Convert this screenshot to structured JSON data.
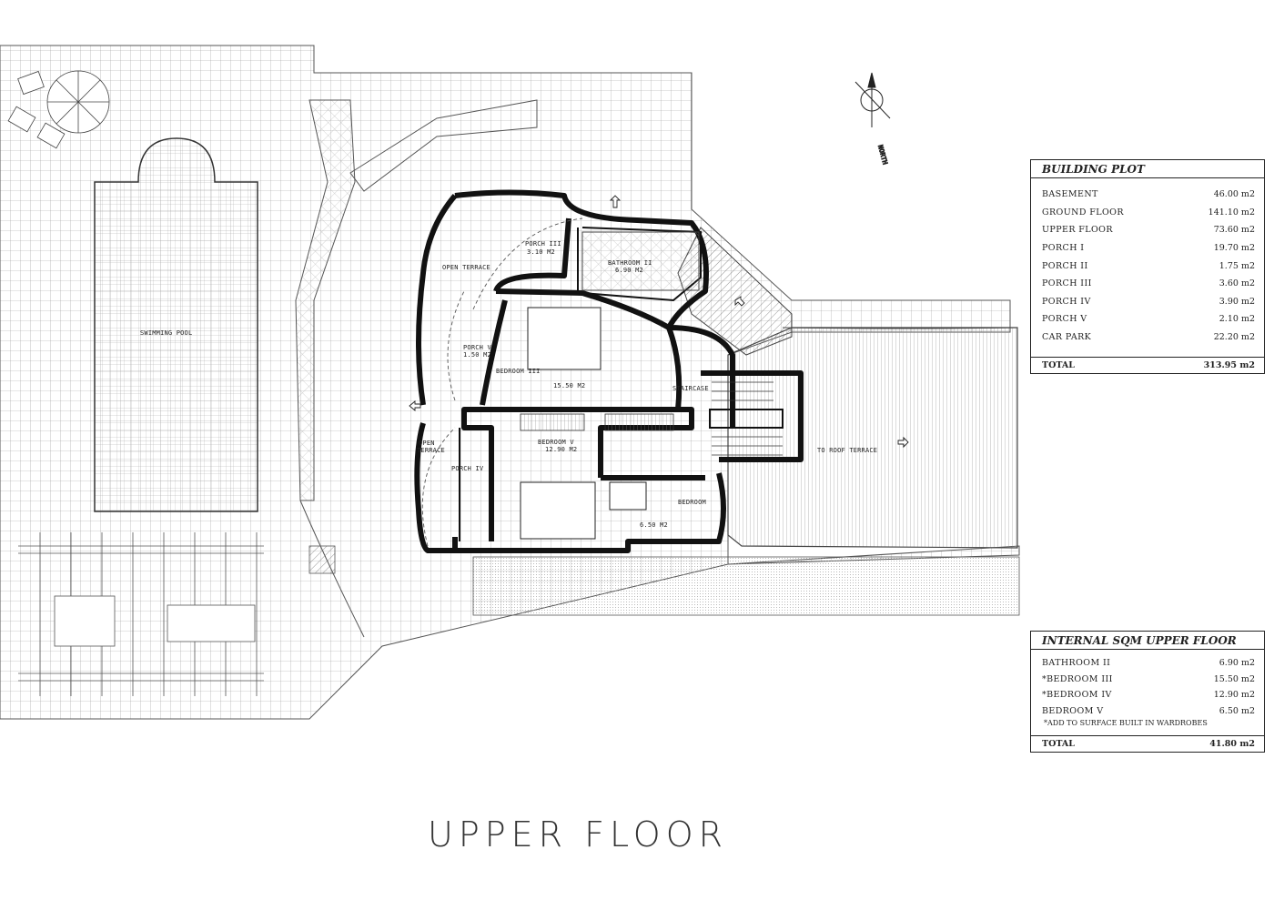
{
  "plan_title": "UPPER FLOOR",
  "north_label": "NORTH",
  "room_labels": {
    "swimming_pool": "SWIMMING POOL",
    "open_terrace_top": "OPEN TERRACE",
    "open_terrace_left_1": "OPEN",
    "open_terrace_left_2": "TERRACE",
    "porch_iii": "PORCH III",
    "porch_iii_area": "3.10 M2",
    "bathroom_ii": "BATHROOM II",
    "bathroom_ii_area": "6.90 M2",
    "porch_v": "PORCH V",
    "porch_v_area": "1.50 M2",
    "bedroom_iii": "BEDROOM III",
    "bedroom_iii_area": "15.50 M2",
    "staircase": "STAIRCASE",
    "bedroom_iv": "BEDROOM V",
    "bedroom_iv_area": "12.90 M2",
    "porch_iv": "PORCH IV",
    "bedroom_v": "BEDROOM",
    "bedroom_v_area": "6.50 M2",
    "roof_terrace": "TO ROOF TERRACE"
  },
  "building_plot": {
    "title": "BUILDING PLOT",
    "rows": [
      {
        "name": "BASEMENT",
        "value": "46.00 m2"
      },
      {
        "name": "GROUND FLOOR",
        "value": "141.10 m2"
      },
      {
        "name": "UPPER FLOOR",
        "value": "73.60 m2"
      },
      {
        "name": "PORCH I",
        "value": "19.70 m2"
      },
      {
        "name": "PORCH II",
        "value": "1.75 m2"
      },
      {
        "name": "PORCH III",
        "value": "3.60 m2"
      },
      {
        "name": "PORCH IV",
        "value": "3.90 m2"
      },
      {
        "name": "PORCH V",
        "value": "2.10 m2"
      },
      {
        "name": "CAR PARK",
        "value": "22.20 m2"
      }
    ],
    "total_label": "TOTAL",
    "total_value": "313.95 m2"
  },
  "internal_sqm": {
    "title": "INTERNAL SQM UPPER FLOOR",
    "rows": [
      {
        "name": "BATHROOM II",
        "value": "6.90 m2"
      },
      {
        "name": "*BEDROOM III",
        "value": "15.50 m2"
      },
      {
        "name": "*BEDROOM IV",
        "value": "12.90 m2"
      },
      {
        "name": "BEDROOM V",
        "value": "6.50 m2"
      }
    ],
    "note": "*ADD TO SURFACE BUILT IN WARDROBES",
    "total_label": "TOTAL",
    "total_value": "41.80 m2"
  }
}
